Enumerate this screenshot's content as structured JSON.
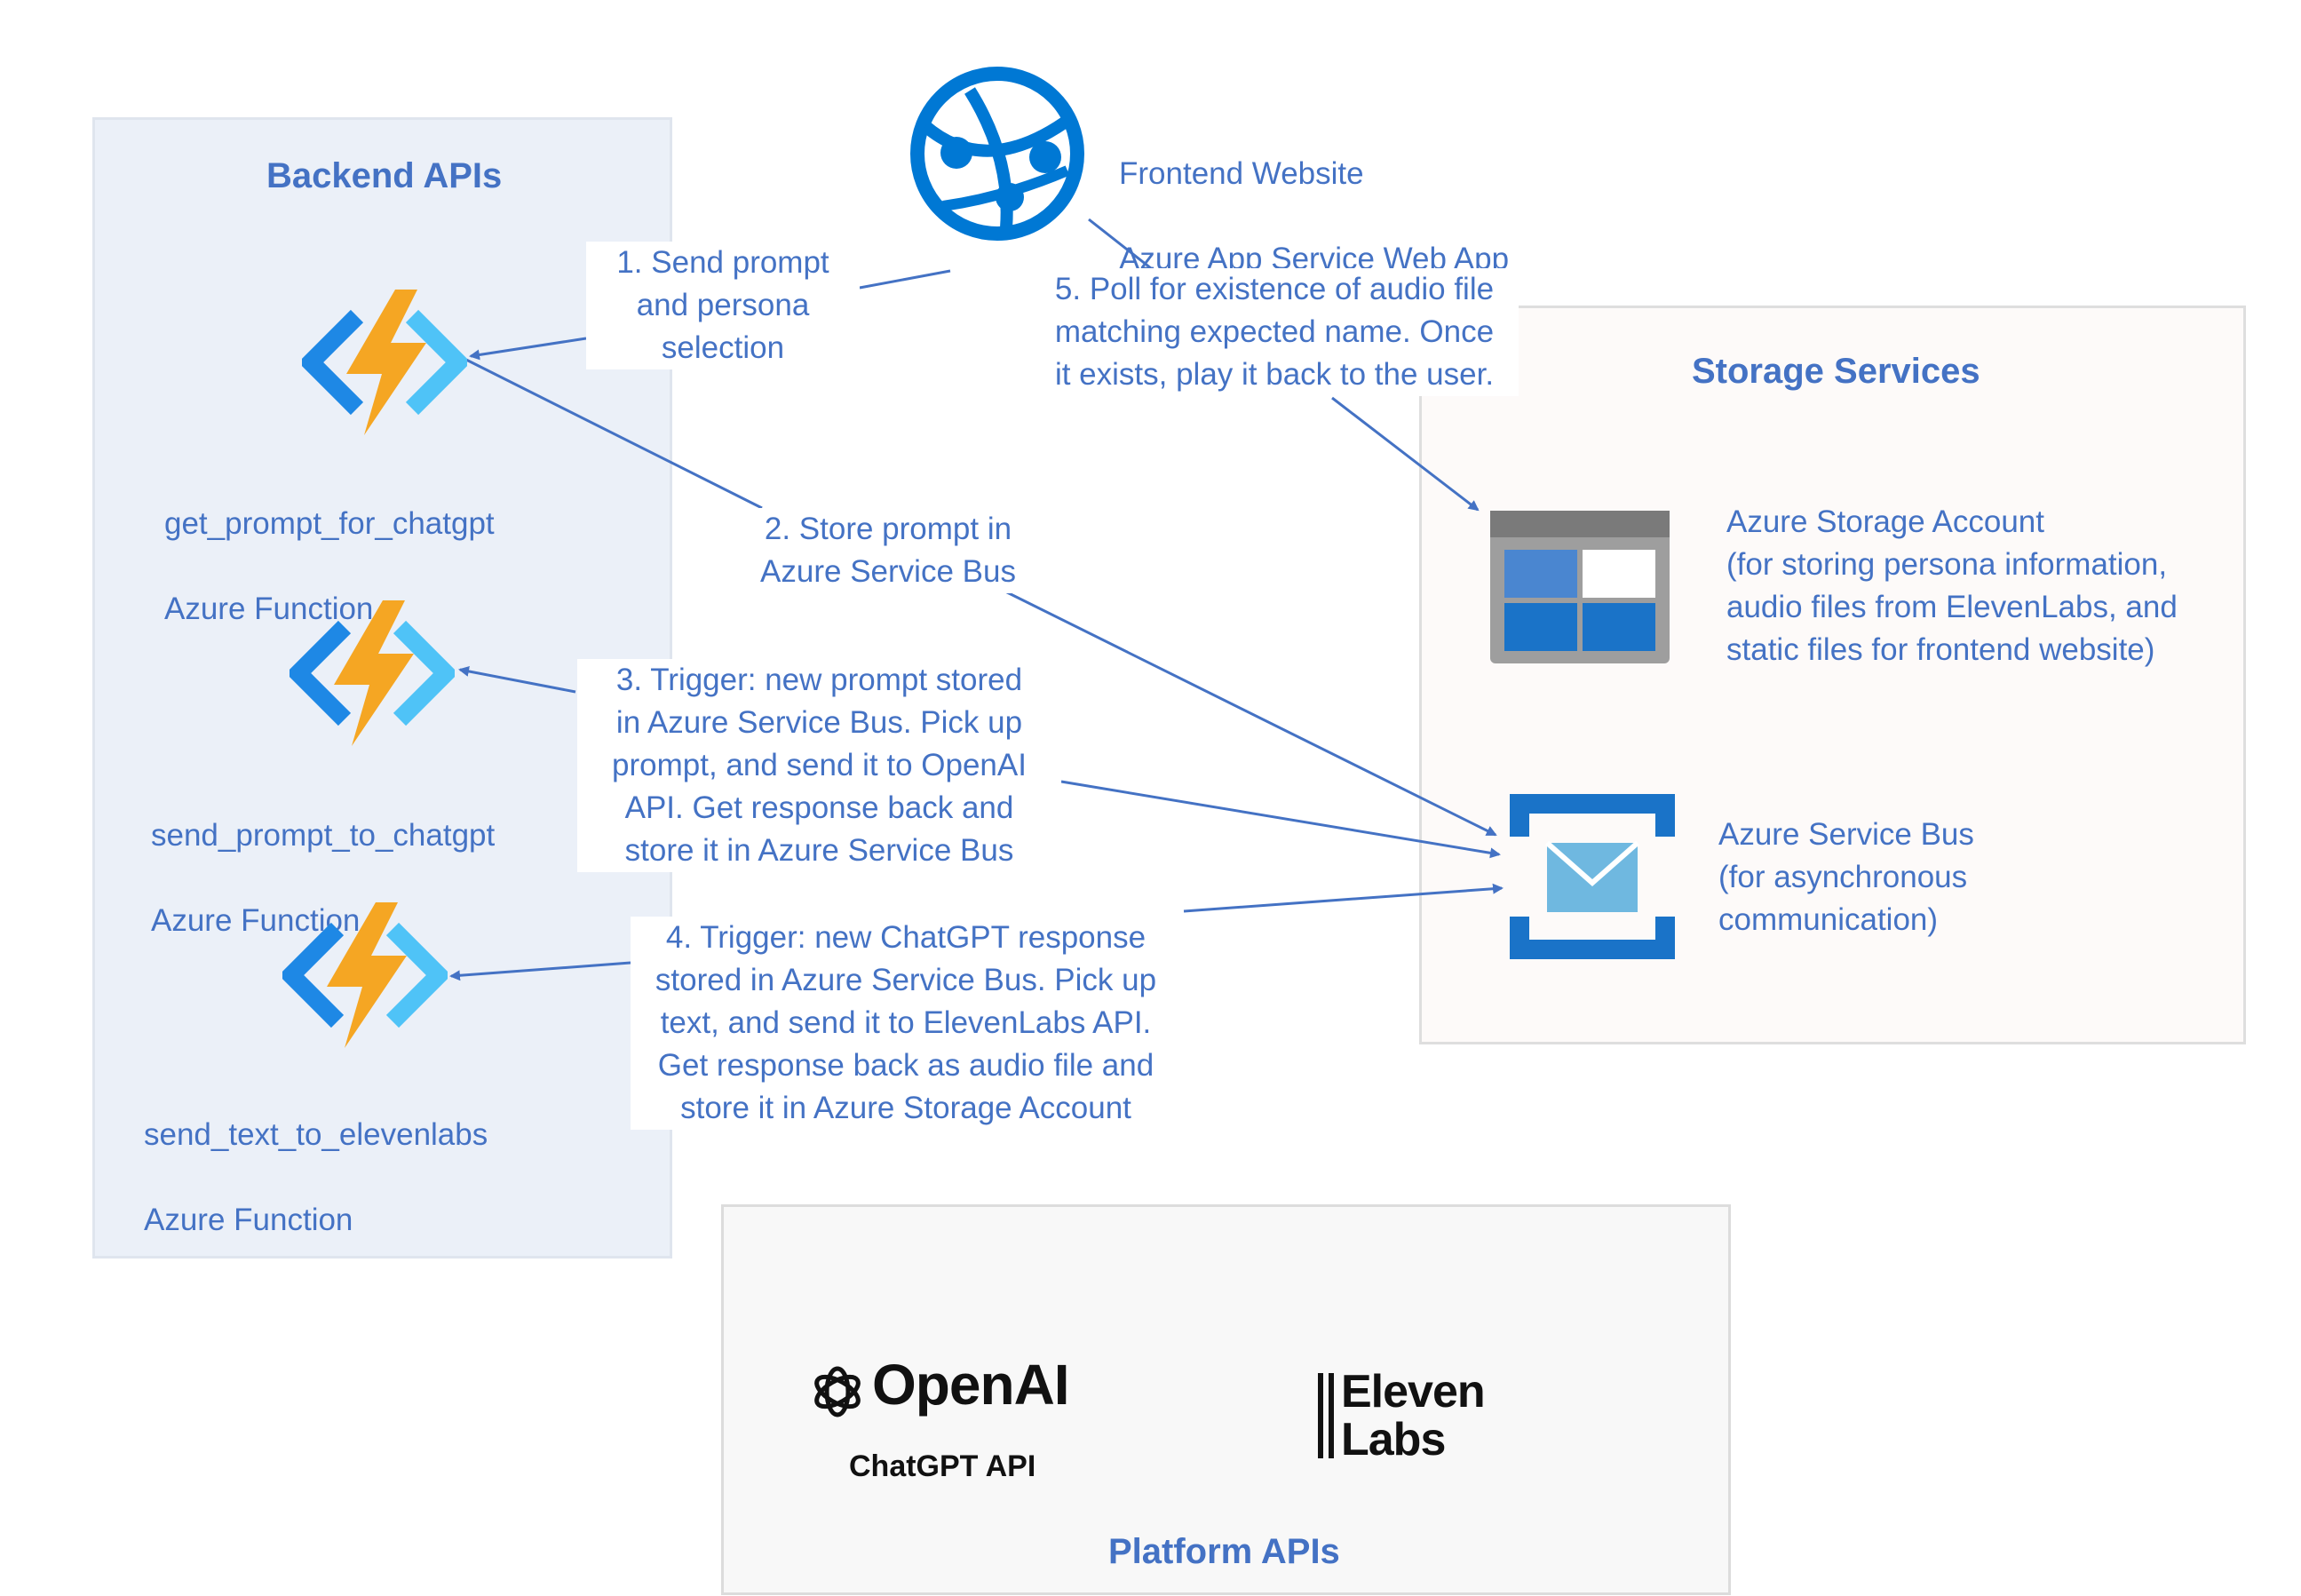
{
  "groups": {
    "backend": {
      "title": "Backend APIs"
    },
    "storage": {
      "title": "Storage Services"
    },
    "platform": {
      "title": "Platform APIs"
    }
  },
  "nodes": {
    "frontend": {
      "line1": "Frontend Website",
      "line2": "Azure App Service Web App",
      "icon": "web-app-globe-icon"
    },
    "fn_get_prompt": {
      "name": "get_prompt_for_chatgpt",
      "type": "Azure Function",
      "icon": "azure-function-icon"
    },
    "fn_send_prompt": {
      "name": "send_prompt_to_chatgpt",
      "type": "Azure Function",
      "icon": "azure-function-icon"
    },
    "fn_send_text": {
      "name": "send_text_to_elevenlabs",
      "type": "Azure Function",
      "icon": "azure-function-icon"
    },
    "storage_account": {
      "text": "Azure Storage Account\n(for storing persona information,\naudio files from ElevenLabs, and\nstatic files for frontend website)",
      "icon": "storage-account-icon"
    },
    "service_bus": {
      "text": "Azure Service Bus\n(for asynchronous\ncommunication)",
      "icon": "service-bus-icon"
    },
    "openai": {
      "logo_text": "OpenAI",
      "caption": "ChatGPT API"
    },
    "elevenlabs": {
      "logo_text": "Eleven\nLabs"
    }
  },
  "edges": [
    {
      "label": "1. Send prompt\nand persona\nselection"
    },
    {
      "label": "2. Store prompt in\nAzure Service Bus"
    },
    {
      "label": "3. Trigger: new prompt stored\nin Azure Service Bus. Pick up\nprompt, and send it to OpenAI\nAPI. Get response back and\nstore it in Azure Service Bus"
    },
    {
      "label": "4. Trigger: new ChatGPT response\nstored in Azure Service Bus. Pick up\ntext, and send it to ElevenLabs API.\nGet response back as audio file and\nstore it in Azure Storage Account"
    },
    {
      "label": "5. Poll for existence of audio file\nmatching expected name. Once\nit exists, play it back to the user."
    }
  ],
  "colors": {
    "accent": "#4472c4",
    "azure_blue": "#0078d4",
    "backend_bg": "#ebf0f8",
    "storage_bg": "#fdfaf9",
    "platform_bg": "#f8f8f8"
  }
}
